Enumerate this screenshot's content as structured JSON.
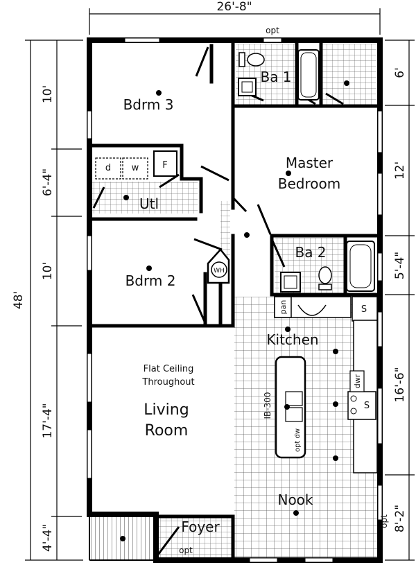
{
  "dimensions": {
    "width_top": "26'-8\"",
    "height_total": "48'",
    "left": [
      "10'",
      "6'-4\"",
      "10'",
      "17'-4\"",
      "4'-4\""
    ],
    "right": [
      "6'",
      "12'",
      "5'-4\"",
      "16'-6\"",
      "8'-2\""
    ]
  },
  "rooms": {
    "bdrm3": "Bdrm 3",
    "ba1": "Ba 1",
    "master_line1": "Master",
    "master_line2": "Bedroom",
    "utl": "Utl",
    "ba2": "Ba 2",
    "bdrm2": "Bdrm 2",
    "kitchen": "Kitchen",
    "living_line1": "Living",
    "living_line2": "Room",
    "nook": "Nook",
    "foyer": "Foyer"
  },
  "notes": {
    "ceiling_line1": "Flat Ceiling",
    "ceiling_line2": "Throughout",
    "opt": "opt",
    "island": "IB-300",
    "opt_dw": "opt dw",
    "pan": "pan",
    "dwr": "dwr",
    "washer": "w",
    "dryer": "d",
    "furnace": "F",
    "water_heater": "WH",
    "sink": "S"
  }
}
